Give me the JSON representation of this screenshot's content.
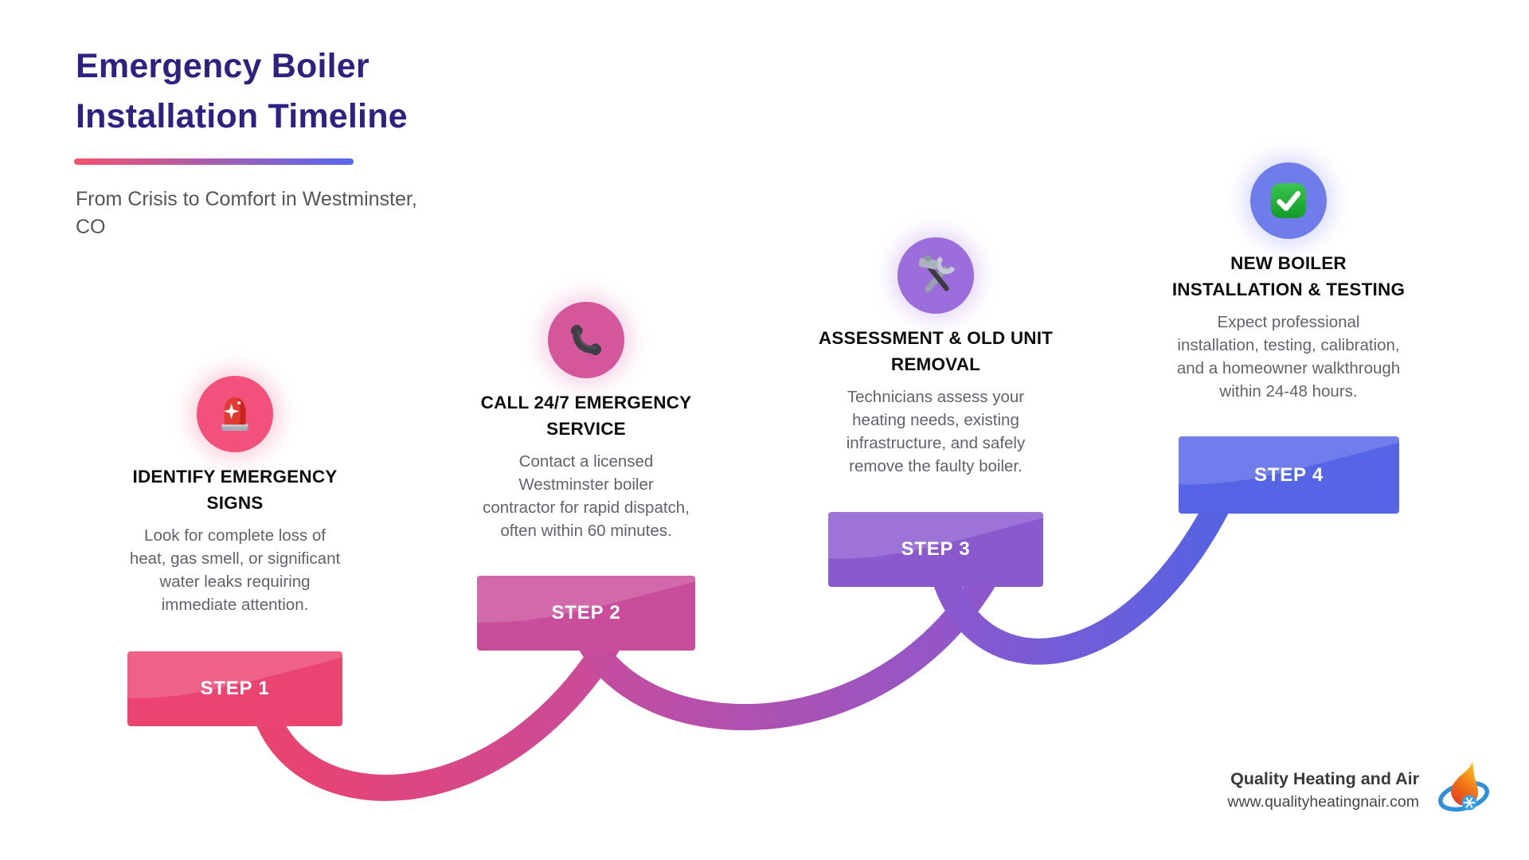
{
  "header": {
    "title": "Emergency Boiler\nInstallation Timeline",
    "subtitle": "From Crisis to Comfort in Westminster,\nCO",
    "accent_gradient": [
      "#F4536E",
      "#5668F0"
    ]
  },
  "steps": [
    {
      "label": "STEP 1",
      "icon": "siren-icon",
      "title": "IDENTIFY EMERGENCY\nSIGNS",
      "description": "Look for complete loss of\nheat, gas smell, or significant\nwater leaks requiring\nimmediate attention.",
      "circle_color": "#F2517B",
      "box_color": "#EC4470"
    },
    {
      "label": "STEP 2",
      "icon": "phone-icon",
      "title": "CALL 24/7 EMERGENCY\nSERVICE",
      "description": "Contact a licensed\nWestminster boiler\ncontractor for rapid dispatch,\noften within 60 minutes.",
      "circle_color": "#D4569B",
      "box_color": "#C94D9A"
    },
    {
      "label": "STEP 3",
      "icon": "tools-icon",
      "title": "ASSESSMENT & OLD UNIT\nREMOVAL",
      "description": "Technicians assess your\nheating needs, existing\ninfrastructure, and safely\nremove the faulty boiler.",
      "circle_color": "#9C6EDB",
      "box_color": "#8A59CE"
    },
    {
      "label": "STEP 4",
      "icon": "check-icon",
      "title": "NEW BOILER\nINSTALLATION & TESTING",
      "description": "Expect professional\ninstallation, testing, calibration,\nand a homeowner walkthrough\nwithin 24-48 hours.",
      "circle_color": "#6F7DEA",
      "box_color": "#5565E6"
    }
  ],
  "footer": {
    "company": "Quality Heating and Air",
    "website": "www.qualityheatingnair.com"
  },
  "colors": {
    "title": "#2D2181",
    "subtitle": "#54545E",
    "step_title": "#0E0E10",
    "description": "#62626E",
    "arc_stops": [
      "#EA436E",
      "#C74C9C",
      "#8A58CE",
      "#5463E3"
    ]
  }
}
